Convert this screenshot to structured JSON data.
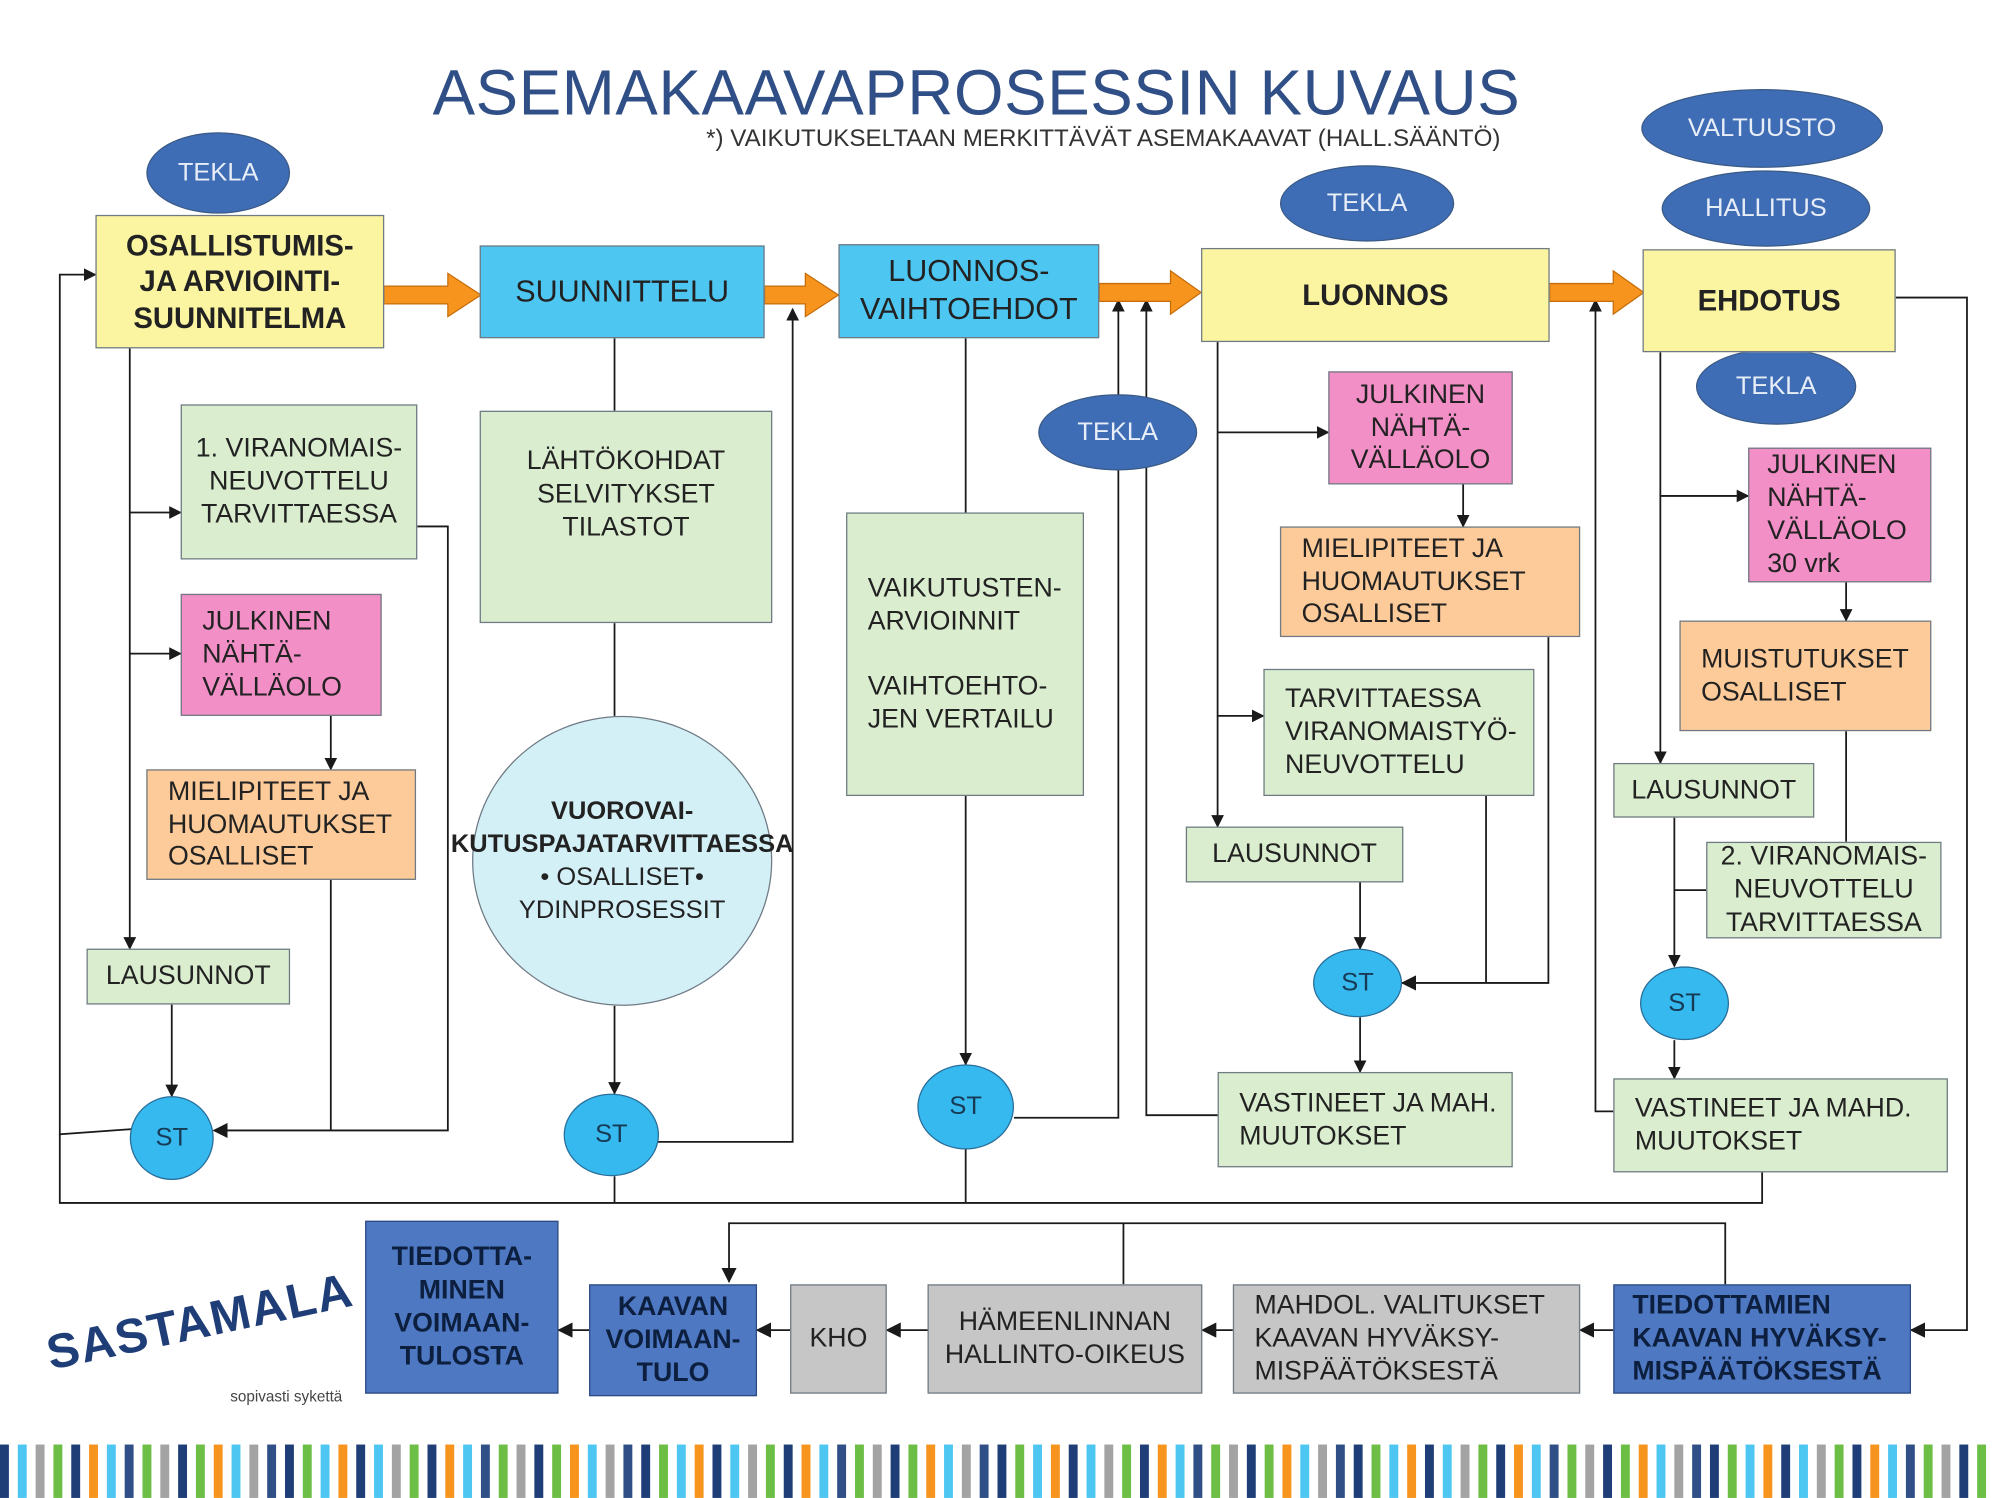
{
  "header": {
    "title": "ASEMAKAAVAPROSESSIN KUVAUS",
    "subtitle": "*) VAIKUTUKSELTAAN MERKITTÄVÄT ASEMAKAAVAT (HALL.SÄÄNTÖ)",
    "asterisk": "*"
  },
  "ovals": {
    "tekla_1": "TEKLA",
    "tekla_2": "TEKLA",
    "tekla_3": "TEKLA",
    "tekla_4": "TEKLA",
    "valtuusto": "VALTUUSTO",
    "hallitus": "HALLITUS"
  },
  "stages": {
    "osallistumis": [
      "OSALLISTUMIS-",
      "JA ARVIOINTI-",
      "SUUNNITELMA"
    ],
    "suunnittelu": [
      "SUUNNITTELU"
    ],
    "luonnosvaihtoehdot": [
      "LUONNOS-",
      "VAIHTOEHDOT"
    ],
    "luonnos": [
      "LUONNOS"
    ],
    "ehdotus": [
      "EHDOTUS"
    ]
  },
  "column1": {
    "viranomais": [
      "1. VIRANOMAIS-",
      "NEUVOTTELU",
      "TARVITTAESSA"
    ],
    "nahtavillaolo": [
      "JULKINEN",
      "NÄHTÄ-",
      "VÄLLÄOLO"
    ],
    "mielipiteet": [
      "MIELIPITEET JA",
      "HUOMAUTUKSET",
      "OSALLISET"
    ],
    "lausunnot": "LAUSUNNOT",
    "st": "ST"
  },
  "column2": {
    "lahtokohdat": [
      "LÄHTÖKOHDAT",
      "SELVITYKSET",
      "TILASTOT"
    ],
    "vuorovaikutus": [
      "VUOROVAI-",
      "KUTUSPAJA",
      "TARVITTAESSA"
    ],
    "bullets": [
      "• OSALLISET",
      "• YDINPROSESSIT"
    ],
    "st": "ST"
  },
  "column3": {
    "vaikutukset": [
      "VAIKUTUSTEN-",
      "ARVIOINNIT",
      "",
      "VAIHTOEHTO-",
      "JEN VERTAILU"
    ],
    "st": "ST"
  },
  "column4": {
    "nahtavillaolo": [
      "JULKINEN",
      "NÄHTÄ-",
      "VÄLLÄOLO"
    ],
    "mielipiteet": [
      "MIELIPITEET JA",
      "HUOMAUTUKSET",
      "OSALLISET"
    ],
    "viranomaistyo": [
      "TARVITTAESSA",
      "VIRANOMAISTYÖ-",
      "NEUVOTTELU"
    ],
    "lausunnot": "LAUSUNNOT",
    "st": "ST",
    "vastineet": [
      "VASTINEET JA MAH.",
      "MUUTOKSET"
    ]
  },
  "column5": {
    "nahtavillaolo": [
      "JULKINEN",
      "NÄHTÄ-",
      "VÄLLÄOLO",
      "30 vrk"
    ],
    "muistutukset": [
      "MUISTUTUKSET",
      "OSALLISET"
    ],
    "lausunnot": "LAUSUNNOT",
    "viranomais2": [
      "2. VIRANOMAIS-",
      "NEUVOTTELU",
      "TARVITTAESSA"
    ],
    "st": "ST",
    "vastineet": [
      "VASTINEET JA MAHD.",
      "MUUTOKSET"
    ]
  },
  "bottom": {
    "tiedottamien": [
      "TIEDOTTAMIEN",
      "KAAVAN HYVÄKSY-",
      "MISPÄÄTÖKSESTÄ"
    ],
    "valitukset": [
      "MAHDOL. VALITUKSET",
      "KAAVAN HYVÄKSY-",
      "MISPÄÄTÖKSESTÄ"
    ],
    "hallintooikeus": [
      "HÄMEENLINNAN",
      "HALLINTO-OIKEUS"
    ],
    "kho": [
      "KHO"
    ],
    "voimaantulo": [
      "KAAVAN",
      "VOIMAAN-",
      "TULO"
    ],
    "tiedottaminen": [
      "TIEDOTTA-",
      "MINEN",
      "VOIMAAN-",
      "TULOSTA"
    ]
  },
  "logo": {
    "wordmark": "SASTAMALA",
    "tagline": "sopivasti sykettä"
  },
  "colors": {
    "title": "#2f4f86",
    "stage_yellow": "#fbf5a1",
    "stage_cyan": "#4ec6f2",
    "green": "#daeecf",
    "pink": "#f28fc7",
    "orange": "#fdcb99",
    "grey": "#c6c6c6",
    "navy": "#4f78c2",
    "oval": "#3f6db5",
    "st": "#35b9ef",
    "flow_arrow": "#f7941d",
    "stripe_palette": [
      "#1f3e78",
      "#4ec6f2",
      "#6cbe45",
      "#f7941d",
      "#2f4f86",
      "#a3a3a3"
    ]
  }
}
